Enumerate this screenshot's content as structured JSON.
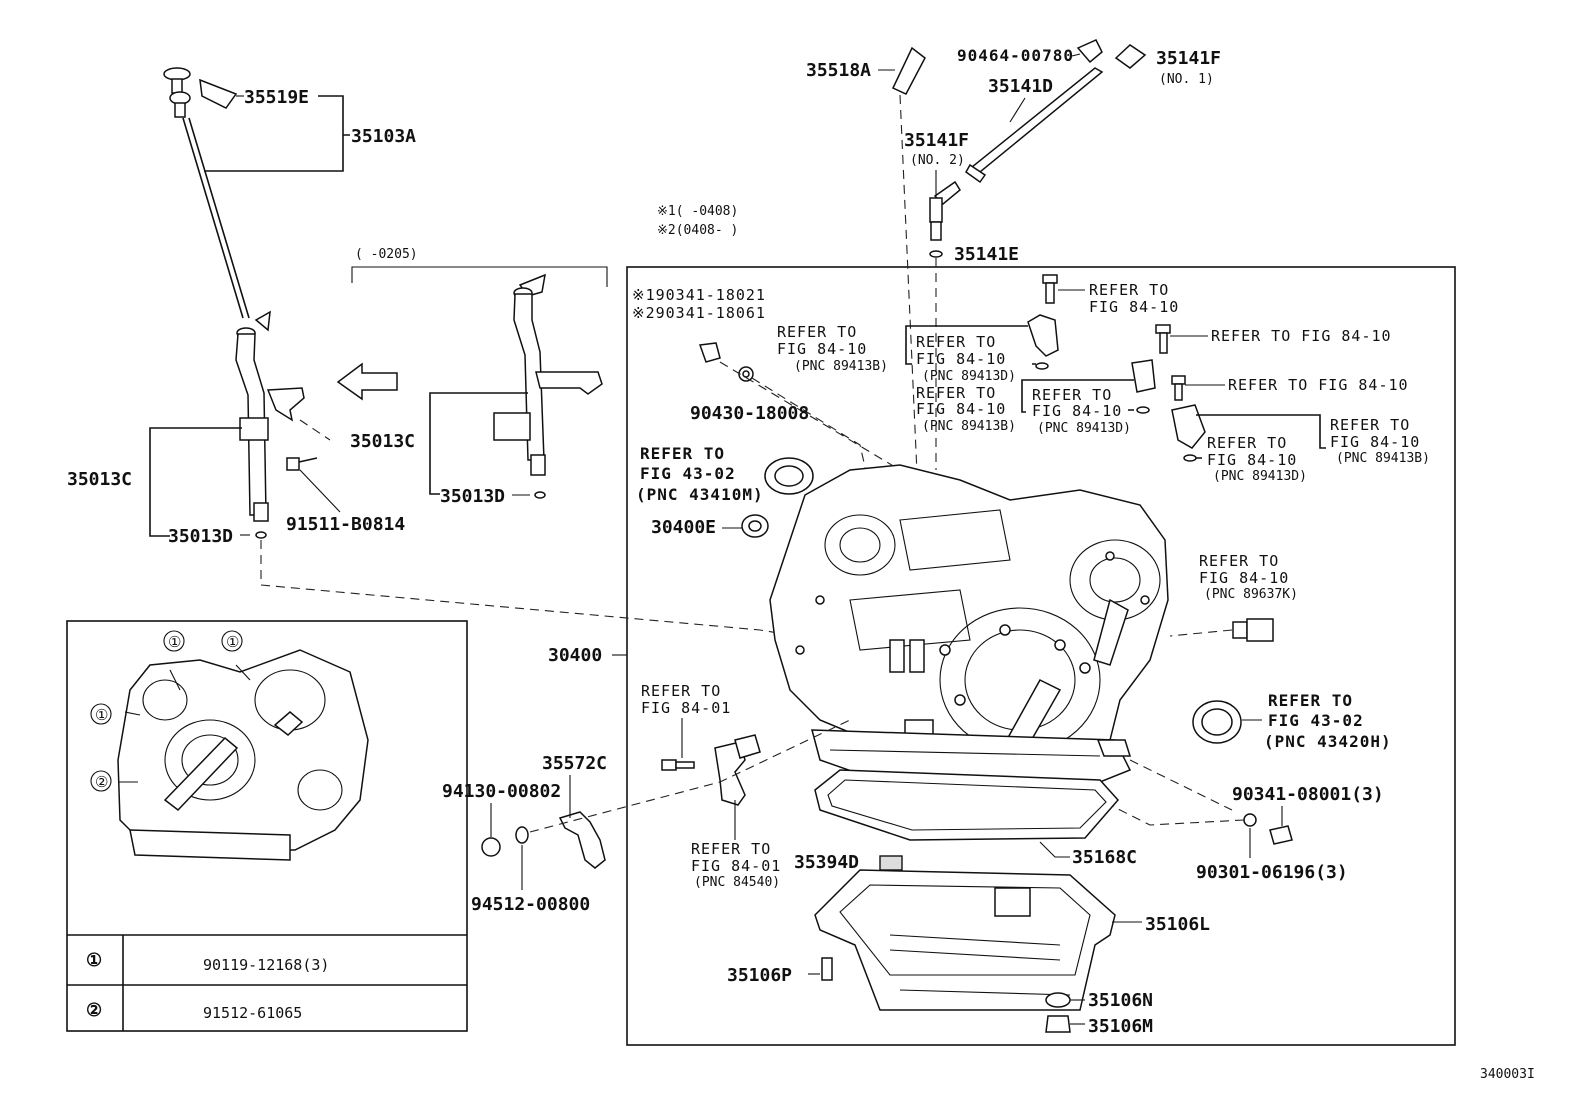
{
  "diagram_id": "340003I",
  "notes": {
    "n1": "※1(     -0408)",
    "n2": "※2(0408-     )",
    "bracket_range": "(      -0205)",
    "ref_a": "※190341-18021",
    "ref_b": "※290341-18061"
  },
  "parts": {
    "p35519E": "35519E",
    "p35103A": "35103A",
    "p35013C_left": "35013C",
    "p35013D_left": "35013D",
    "p91511": "91511-B0814",
    "p35013C_mid": "35013C",
    "p35013D_mid": "35013D",
    "p35518A": "35518A",
    "p90464": "90464-00780",
    "p35141F_1": "35141F",
    "no1": "(NO. 1)",
    "p35141D": "35141D",
    "p35141F_2": "35141F",
    "no2": "(NO. 2)",
    "p35141E": "35141E",
    "p90430": "90430-18008",
    "p30400E": "30400E",
    "p30400": "30400",
    "p35572C": "35572C",
    "p94130": "94130-00802",
    "p94512": "94512-00800",
    "p35394D": "35394D",
    "p35168C": "35168C",
    "p35106L": "35106L",
    "p35106P": "35106P",
    "p35106N": "35106N",
    "p35106M": "35106M",
    "p90341": "90341-08001(3)",
    "p90301": "90301-06196(3)"
  },
  "refs": {
    "r1_a": "REFER TO",
    "r1_b": "FIG 84-10",
    "r2_a": "REFER TO",
    "r2_b": "FIG 84-10",
    "r2_c": "(PNC 89413B)",
    "r3_a": "REFER TO",
    "r3_b": "FIG 84-10",
    "r3_c": "(PNC 89413D)",
    "r4": "REFER TO FIG 84-10",
    "r5": "REFER TO FIG 84-10",
    "r6_a": "REFER TO",
    "r6_b": "FIG 84-10",
    "r6_c": "(PNC 89413B)",
    "r7_a": "REFER TO",
    "r7_b": "FIG 84-10",
    "r7_c": "(PNC 89413D)",
    "r8_a": "REFER TO",
    "r8_b": "FIG 84-10",
    "r8_c": "(PNC 89413B)",
    "r9_a": "REFER TO",
    "r9_b": "FIG 84-10",
    "r9_c": "(PNC 89413D)",
    "r10_a": "REFER TO",
    "r10_b": "FIG 43-02",
    "r10_c": "(PNC 43410M)",
    "r11_a": "REFER TO",
    "r11_b": "FIG 84-10",
    "r11_c": "(PNC 89637K)",
    "r12_a": "REFER TO",
    "r12_b": "FIG 84-01",
    "r13_a": "REFER TO",
    "r13_b": "FIG 43-02",
    "r13_c": "(PNC 43420H)",
    "r14_a": "REFER TO",
    "r14_b": "FIG 84-01",
    "r14_c": "(PNC 84540)"
  },
  "inset": {
    "callout1": "①",
    "callout2": "②",
    "rows": [
      {
        "mark": "①",
        "part": "90119-12168(3)"
      },
      {
        "mark": "②",
        "part": "91512-61065"
      }
    ]
  }
}
